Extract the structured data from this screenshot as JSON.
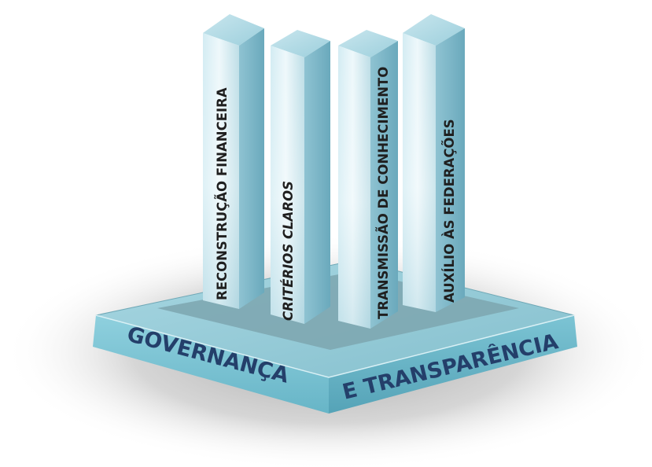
{
  "pillars": [
    {
      "label": "RECONSTRUÇÃO FINANCEIRA"
    },
    {
      "label": "CRITÉRIOS CLAROS"
    },
    {
      "label": "TRANSMISSÃO DE CONHECIMENTO"
    },
    {
      "label": "AUXÍLIO ÀS FEDERAÇÕES"
    }
  ],
  "base": {
    "left_label": "GOVERNANÇA",
    "right_label": "E TRANSPARÊNCIA"
  },
  "colors": {
    "pillar_light": "#e6f4f8",
    "pillar_mid": "#b7dbe5",
    "pillar_dark": "#7fb9c9",
    "base_top": "#8fc7d4",
    "base_inner": "#7aa3ad",
    "base_side_left": "#6fb6c8",
    "base_side_right": "#5aa6ba",
    "base_text": "#243f6a",
    "pillar_text": "#1f1f1f"
  }
}
